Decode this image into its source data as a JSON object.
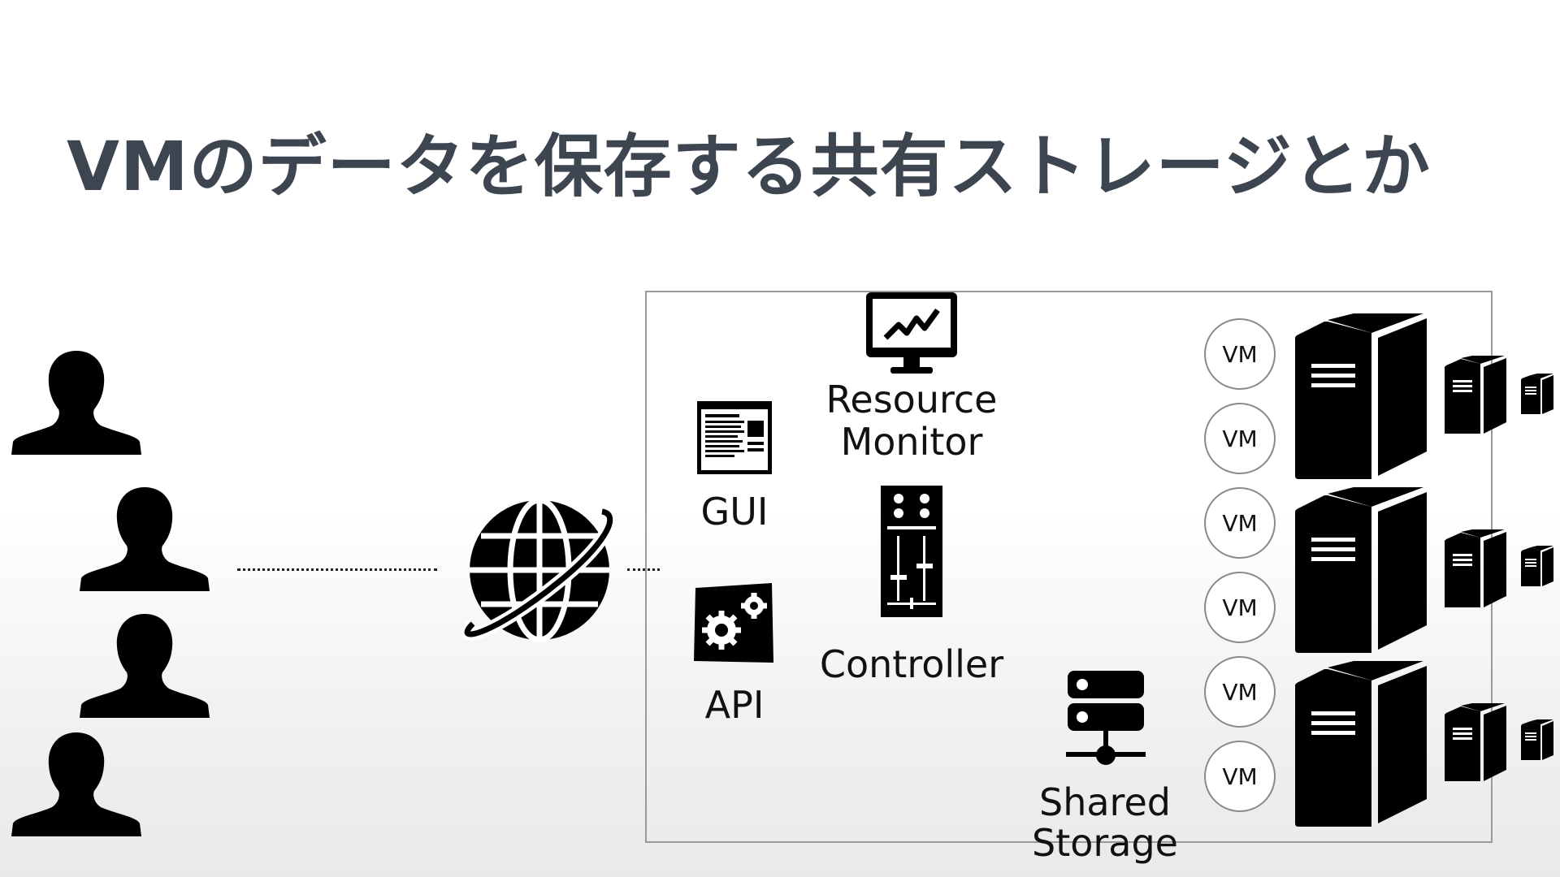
{
  "slide": {
    "title": "VMのデータを保存する共有ストレージとか"
  },
  "components": {
    "gui_label": "GUI",
    "api_label": "API",
    "resource_monitor_line1": "Resource",
    "resource_monitor_line2": "Monitor",
    "controller_label": "Controller",
    "shared_storage_line1": "Shared",
    "shared_storage_line2": "Storage"
  },
  "vms": [
    "VM",
    "VM",
    "VM",
    "VM",
    "VM",
    "VM"
  ],
  "icons": {
    "user": "user-silhouette-icon",
    "network": "globe-icon",
    "gui": "gui-window-icon",
    "api": "api-gears-icon",
    "monitor": "resource-monitor-icon",
    "controller": "controller-mixer-icon",
    "storage": "shared-storage-icon",
    "server": "server-tower-icon"
  },
  "colors": {
    "title": "#3d4650",
    "icon": "#000000",
    "box_border": "#9a9a9a",
    "vm_border": "#8a8a8a"
  }
}
